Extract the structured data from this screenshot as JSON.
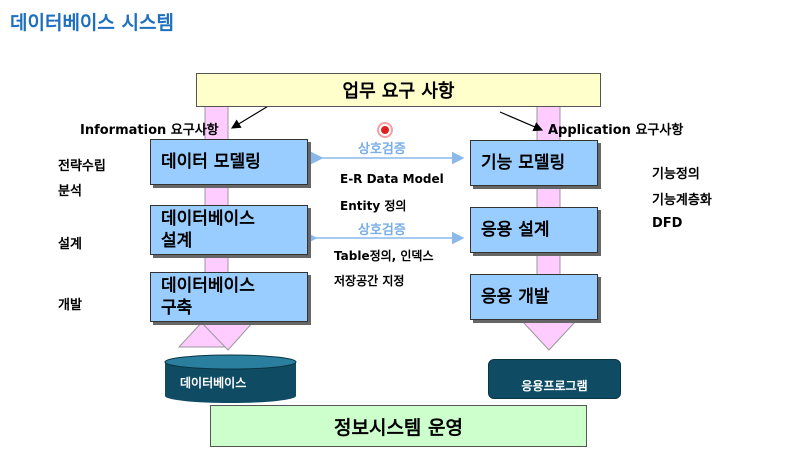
{
  "title": "데이터베이스 시스템",
  "top_box": "업무 요구 사항",
  "bottom_box": "정보시스템 운영",
  "left_req_label": "Information 요구사항",
  "right_req_label": "Application 요구사항",
  "left_steps": [
    "데이터 모델링",
    "데이터베이스\n설계",
    "데이터베이스\n구축"
  ],
  "right_steps": [
    "기능 모델링",
    "응용 설계",
    "응용 개발"
  ],
  "left_phase_labels": [
    "전략수립",
    "분석",
    "설계",
    "개발"
  ],
  "right_phase_labels": [
    "기능정의",
    "기능계층화",
    "DFD"
  ],
  "verify_labels": [
    "상호검증",
    "상호검증"
  ],
  "middle_text": [
    "E-R Data Model",
    "Entity 정의",
    "Table정의, 인덱스",
    "저장공간 지정"
  ],
  "database_label": "데이터베이스",
  "app_label": "응용프로그램",
  "colors": {
    "title": "#1f6fbf",
    "step_box": "#99ccff",
    "arrow_pink": "#ffccff",
    "verify_arrow": "#aaccee",
    "database": "#0f4c63",
    "top_box": "#ffffcc",
    "bottom_box": "#ccffcc"
  }
}
